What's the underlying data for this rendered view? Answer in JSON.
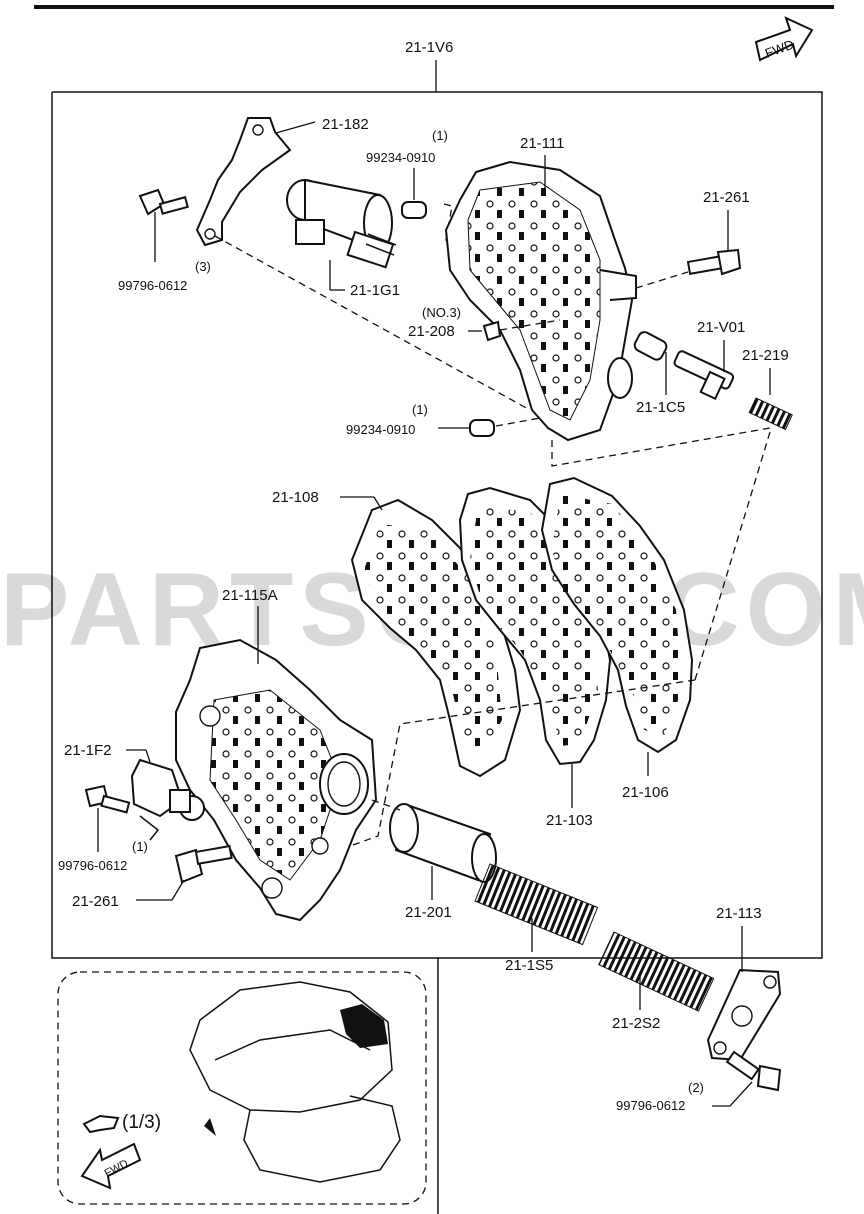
{
  "watermark": "PARTSOUQ.COM",
  "assembly_label": "21-1V6",
  "fwd_label": "FWD",
  "inset": {
    "ref_label": "(1/3)",
    "fwd_label": "FWD"
  },
  "callouts": {
    "c_21_182": "21-182",
    "c_99234_top_qty": "(1)",
    "c_99234_top": "99234-0910",
    "c_21_111": "21-111",
    "c_21_261_top": "21-261",
    "c_99796_top_qty": "(3)",
    "c_99796_top": "99796-0612",
    "c_21_1g1": "21-1G1",
    "c_no3": "(NO.3)",
    "c_21_208": "21-208",
    "c_21_v01": "21-V01",
    "c_21_219": "21-219",
    "c_21_1c5": "21-1C5",
    "c_99234_bot_qty": "(1)",
    "c_99234_bot": "99234-0910",
    "c_21_108": "21-108",
    "c_21_115a": "21-115A",
    "c_21_1f2": "21-1F2",
    "c_99796_mid": "99796-0612",
    "c_99796_mid_qty": "(1)",
    "c_21_261_bot": "21-261",
    "c_21_103": "21-103",
    "c_21_106": "21-106",
    "c_21_201": "21-201",
    "c_21_1s5": "21-1S5",
    "c_21_113": "21-113",
    "c_21_2s2": "21-2S2",
    "c_99796_bot_qty": "(2)",
    "c_99796_bot": "99796-0612"
  }
}
